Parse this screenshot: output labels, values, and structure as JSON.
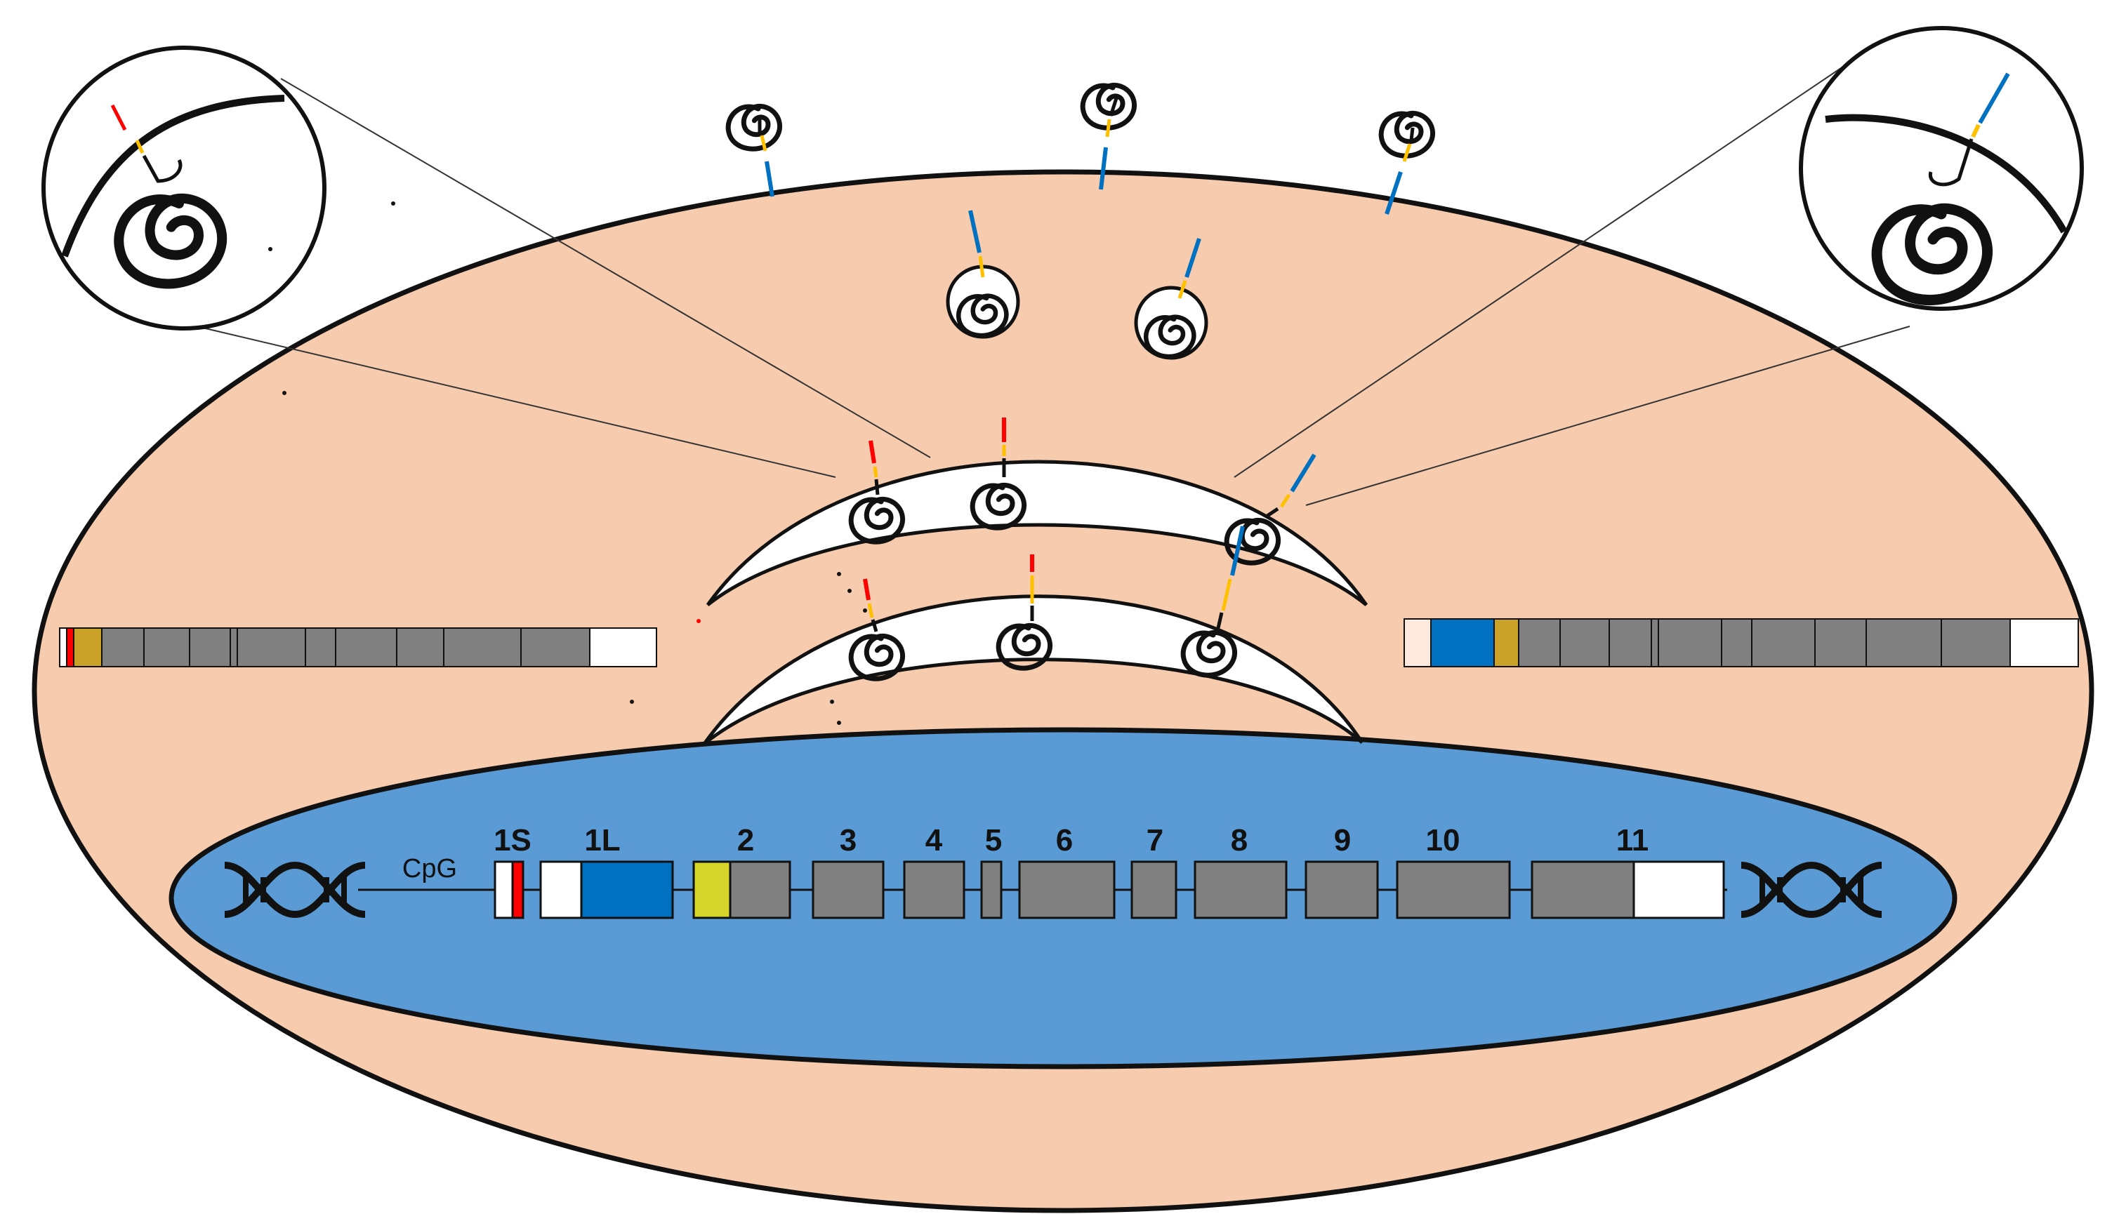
{
  "colors": {
    "cell": "#f7cbad",
    "nucleus": "#5b9bd5",
    "exon": "#808080",
    "utr": "#ffffff",
    "red": "#ff0000",
    "blue": "#0070c0",
    "gold": "#c9a227",
    "yellow": "#d4d42a",
    "signal_tail": "#ffc000",
    "outline": "#111111"
  },
  "labels": {
    "cpg": "CpG",
    "exon_1s": "1S",
    "exon_1l": "1L",
    "exon_2": "2",
    "exon_3": "3",
    "exon_4": "4",
    "exon_5": "5",
    "exon_6": "6",
    "exon_7": "7",
    "exon_8": "8",
    "exon_9": "9",
    "exon_10": "10",
    "exon_11": "11"
  },
  "icons": {
    "dna_left": "dna-helix-icon",
    "dna_right": "dna-helix-icon",
    "protein": "folded-protein-icon"
  }
}
